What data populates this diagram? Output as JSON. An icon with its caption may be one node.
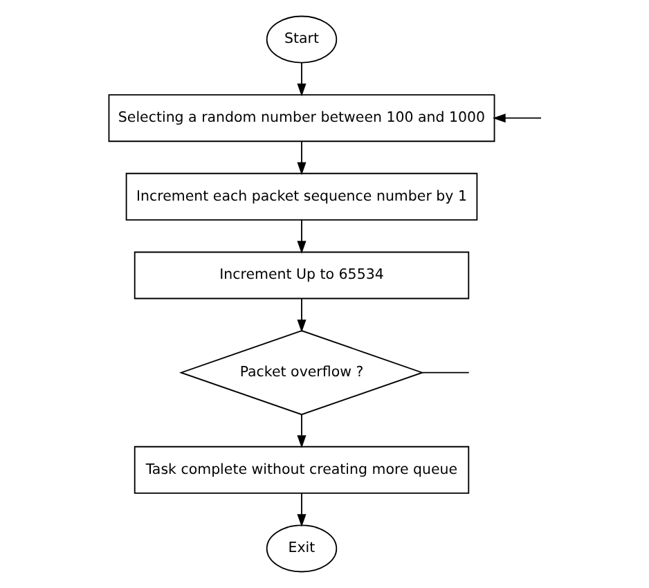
{
  "diagram": {
    "nodes": [
      {
        "text": [
          "Start"
        ]
      },
      {
        "text": [
          "Selecting a random number between 100 and 1000"
        ]
      },
      {
        "text": [
          "Increment each packet sequence number by 1"
        ]
      },
      {
        "text": [
          "Increment Up to 65534"
        ]
      },
      {
        "text": [
          "Packet overflow ?"
        ]
      },
      {
        "text": [
          "Task complete without creating more queue"
        ]
      },
      {
        "text": [
          "Exit"
        ]
      }
    ],
    "edges": [
      {
        "from": 0,
        "to": 1,
        "arrow": "to"
      },
      {
        "from": 1,
        "to": 2,
        "arrow": "to"
      },
      {
        "from": 2,
        "to": 3,
        "arrow": "to"
      },
      {
        "from": 3,
        "to": 4,
        "arrow": "to"
      },
      {
        "from": 4,
        "to": 5,
        "arrow": "to"
      },
      {
        "from": 5,
        "to": 6,
        "arrow": "to"
      },
      {
        "from": 4,
        "to": null,
        "arrow": "none"
      },
      {
        "from": null,
        "to": 1,
        "arrow": "to"
      }
    ]
  }
}
